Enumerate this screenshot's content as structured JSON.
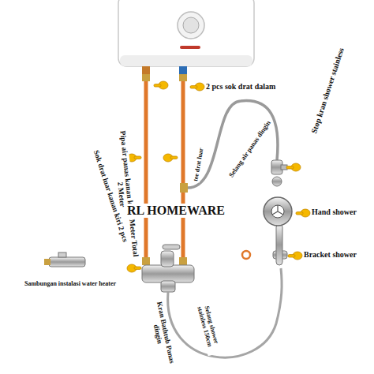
{
  "diagram": {
    "labels": [
      "2 pcs sok drat dalam",
      "Pipa air panas kanan kiri 1 Meter Total 2 Meter",
      "Selang air panas dingin",
      "Stop kran shower stainless",
      "tee drat luar",
      "RL HOMEWARE",
      "Hand shower",
      "Sok drat luar kanan kiri 2 pcs",
      "Sambungan instalasi water heater",
      "Kran Bathtub Panas dingin",
      "Selang shower stainless 150cm",
      "Bracket shower"
    ]
  }
}
